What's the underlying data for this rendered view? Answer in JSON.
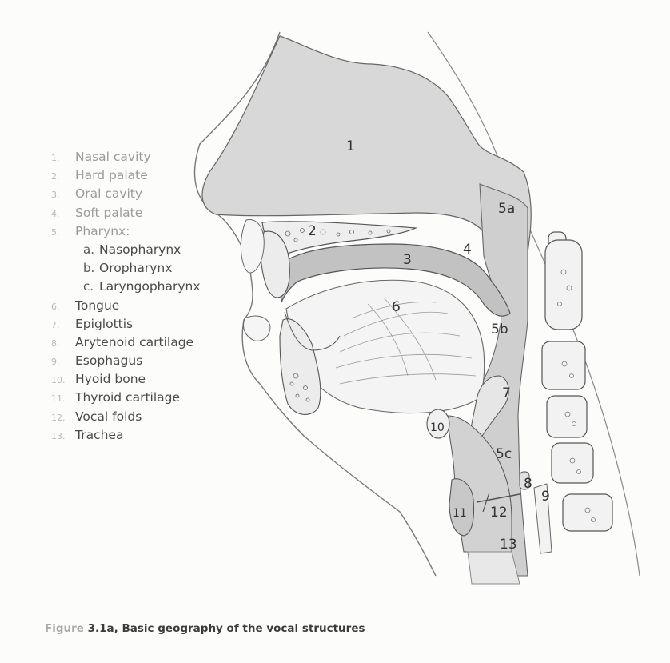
{
  "legend": {
    "items": [
      {
        "num": "1.",
        "label": "Nasal cavity"
      },
      {
        "num": "2.",
        "label": "Hard palate"
      },
      {
        "num": "3.",
        "label": "Oral cavity"
      },
      {
        "num": "4.",
        "label": "Soft palate"
      },
      {
        "num": "5.",
        "label": "Pharynx:"
      },
      {
        "num": "a.",
        "label": "Nasopharynx"
      },
      {
        "num": "b.",
        "label": "Oropharynx"
      },
      {
        "num": "c.",
        "label": "Laryngopharynx"
      },
      {
        "num": "6.",
        "label": "Tongue"
      },
      {
        "num": "7.",
        "label": "Epiglottis"
      },
      {
        "num": "8.",
        "label": "Arytenoid cartilage"
      },
      {
        "num": "9.",
        "label": "Esophagus"
      },
      {
        "num": "10.",
        "label": "Hyoid bone"
      },
      {
        "num": "11.",
        "label": "Thyroid cartilage"
      },
      {
        "num": "12.",
        "label": "Vocal folds"
      },
      {
        "num": "13.",
        "label": "Trachea"
      }
    ]
  },
  "diagram_labels": {
    "n1": "1",
    "n2": "2",
    "n3": "3",
    "n4": "4",
    "n5a": "5a",
    "n5b": "5b",
    "n5c": "5c",
    "n6": "6",
    "n7": "7",
    "n8": "8",
    "n9": "9",
    "n10": "10",
    "n11": "11",
    "n12": "12",
    "n13": "13"
  },
  "caption": {
    "prefix": "Figure",
    "text": " 3.1a, Basic geography of the vocal structures"
  },
  "colors": {
    "fill_dark": "#bdbdbd",
    "fill_light": "#d9d9d9",
    "outline": "#555555"
  }
}
